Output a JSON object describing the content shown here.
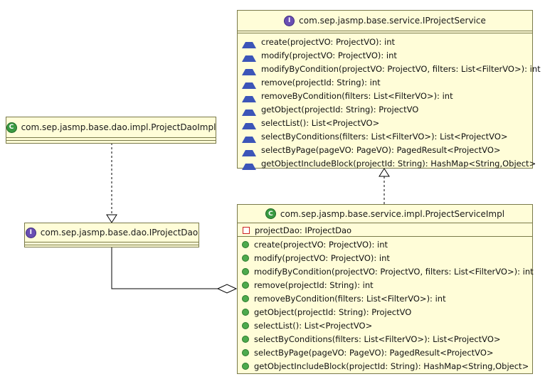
{
  "iproject_service": {
    "title": "com.sep.jasmp.base.service.IProjectService",
    "methods": [
      "create(projectVO: ProjectVO): int",
      "modify(projectVO: ProjectVO): int",
      "modifyByCondition(projectVO: ProjectVO, filters: List<FilterVO>): int",
      "remove(projectId: String): int",
      "removeByCondition(filters: List<FilterVO>): int",
      "getObject(projectId: String): ProjectVO",
      "selectList(): List<ProjectVO>",
      "selectByConditions(filters: List<FilterVO>): List<ProjectVO>",
      "selectByPage(pageVO: PageVO): PagedResult<ProjectVO>",
      "getObjectIncludeBlock(projectId: String): HashMap<String,Object>"
    ]
  },
  "project_dao_impl": {
    "title": "com.sep.jasmp.base.dao.impl.ProjectDaoImpl"
  },
  "iproject_dao": {
    "title": "com.sep.jasmp.base.dao.IProjectDao"
  },
  "project_service_impl": {
    "title": "com.sep.jasmp.base.service.impl.ProjectServiceImpl",
    "field": "projectDao: IProjectDao",
    "methods": [
      "create(projectVO: ProjectVO): int",
      "modify(projectVO: ProjectVO): int",
      "modifyByCondition(projectVO: ProjectVO, filters: List<FilterVO>): int",
      "remove(projectId: String): int",
      "removeByCondition(filters: List<FilterVO>): int",
      "getObject(projectId: String): ProjectVO",
      "selectList(): List<ProjectVO>",
      "selectByConditions(filters: List<FilterVO>): List<ProjectVO>",
      "selectByPage(pageVO: PageVO): PagedResult<ProjectVO>",
      "getObjectIncludeBlock(projectId: String): HashMap<String,Object>"
    ]
  },
  "badges": {
    "interface": "I",
    "class": "C"
  },
  "colors": {
    "box_fill": "#fffdd8",
    "box_border": "#7a7a4a",
    "line": "#000000"
  }
}
